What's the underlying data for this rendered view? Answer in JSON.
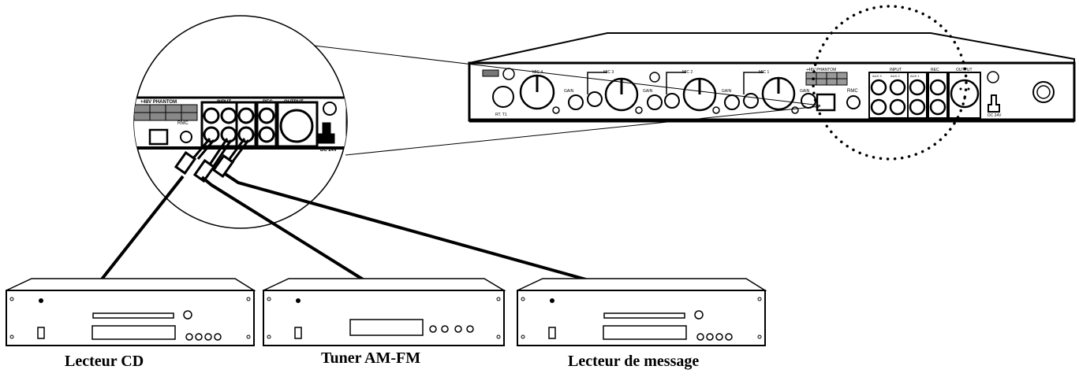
{
  "rack_panel": {
    "sections": {
      "phantom": "+48V PHANTOM",
      "input": "INPUT",
      "rec": "REC",
      "output": "OUTPUT"
    },
    "mics": [
      "MIC 4",
      "MIC 3",
      "MIC 2",
      "MIC 1"
    ],
    "gain": "GAIN",
    "aux": [
      "AUX 3",
      "AUX 2",
      "AUX 1"
    ],
    "rmc": "RMC",
    "rt": "RT. T1",
    "dc": "DC 24V"
  },
  "zoom": {
    "phantom": "+48V PHANTOM",
    "input": "INPUT",
    "rec": "REC",
    "output": "OUTPUT",
    "rmc": "RMC",
    "dc": "DC 24V"
  },
  "devices": [
    {
      "label": "Lecteur CD"
    },
    {
      "label": "Tuner AM-FM"
    },
    {
      "label": "Lecteur de message"
    }
  ]
}
